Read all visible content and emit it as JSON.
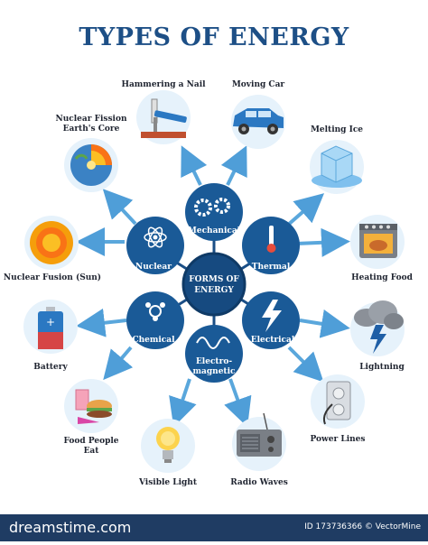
{
  "title": "TYPES OF ENERGY",
  "center": {
    "line1": "FORMS OF",
    "line2": "ENERGY"
  },
  "forms": {
    "mechanical": "Mechanical",
    "thermal": "Thermal",
    "electrical": "Electrical",
    "electromagnetic_line1": "Electro-",
    "electromagnetic_line2": "magnetic",
    "chemical": "Chemical",
    "nuclear": "Nuclear"
  },
  "examples": {
    "hammering_nail": "Hammering a Nail",
    "moving_car": "Moving Car",
    "melting_ice": "Melting Ice",
    "heating_food": "Heating Food",
    "lightning": "Lightning",
    "power_lines": "Power Lines",
    "radio_waves": "Radio Waves",
    "visible_light": "Visible Light",
    "food_line1": "Food People",
    "food_line2": "Eat",
    "battery": "Battery",
    "fusion": "Nuclear Fusion (Sun)",
    "fission_line1": "Nuclear Fission",
    "fission_line2": "Earth's Core"
  },
  "footer": {
    "site": "dreamstime.com",
    "id": "ID 173736366 © VectorMine"
  },
  "colors": {
    "title": "#1d4f86",
    "node": "#1a5a97",
    "center": "#164a80",
    "arrow": "#5aa7dc",
    "bubble": "#e6f2fb",
    "footer": "#1f3c63"
  }
}
